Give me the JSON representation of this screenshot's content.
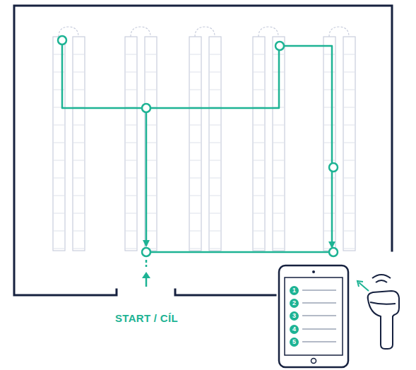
{
  "diagram": {
    "nodes": [
      {
        "text": [
          "1"
        ]
      },
      {
        "text": [
          "2"
        ]
      },
      {
        "text": [
          "3"
        ]
      },
      {
        "text": [
          "4"
        ]
      },
      {
        "text": [
          "5"
        ]
      }
    ],
    "labels": [
      "START / CÍL"
    ]
  }
}
